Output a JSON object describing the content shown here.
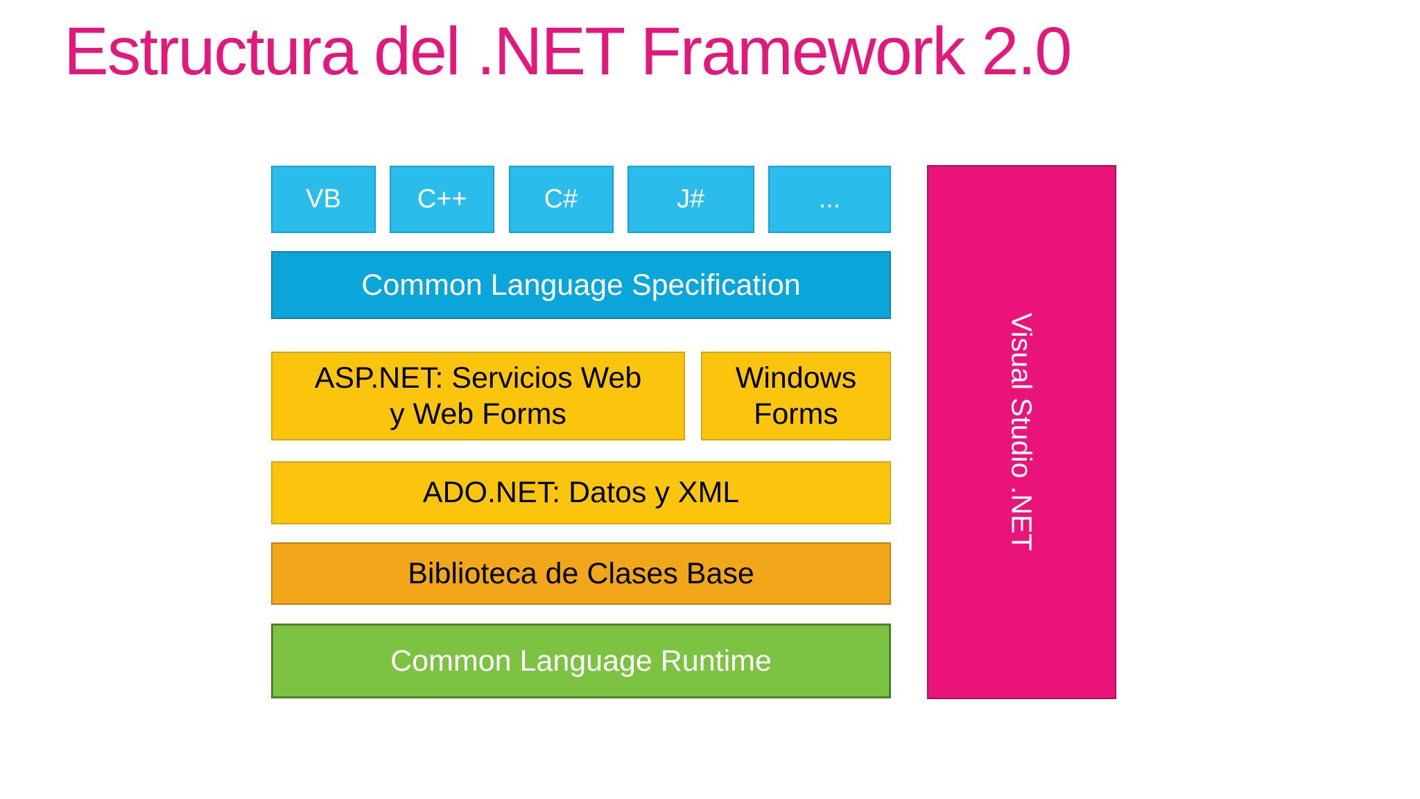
{
  "page": {
    "background": "#FFFFFF"
  },
  "header": {
    "title": "Estructura del .NET Framework 2.0",
    "title_color": "#E3187C"
  },
  "diagram": {
    "languages": [
      "VB",
      "C++",
      "C#",
      "J#",
      "..."
    ],
    "languages_fill": "#2ABCEA",
    "cls": {
      "label": "Common Language Specification",
      "fill": "#0AA6DA",
      "text_color": "#FFFFFF"
    },
    "aspnet": {
      "label": "ASP.NET: Servicios Web\ny Web Forms",
      "fill": "#FBC50D",
      "text_color": "#000000"
    },
    "winforms": {
      "label": "Windows\nForms",
      "fill": "#FBC50D",
      "text_color": "#000000"
    },
    "ado": {
      "label": "ADO.NET: Datos y XML",
      "fill": "#FBC50D",
      "text_color": "#000000"
    },
    "bcb": {
      "label": "Biblioteca de Clases Base",
      "fill": "#F2A71B",
      "text_color": "#000000"
    },
    "clr": {
      "label": "Common Language Runtime",
      "fill": "#7CC342",
      "text_color": "#FFFFFF"
    },
    "vs": {
      "label": "Visual Studio .NET",
      "fill": "#EA1379",
      "text_color": "#FFFFFF"
    }
  }
}
